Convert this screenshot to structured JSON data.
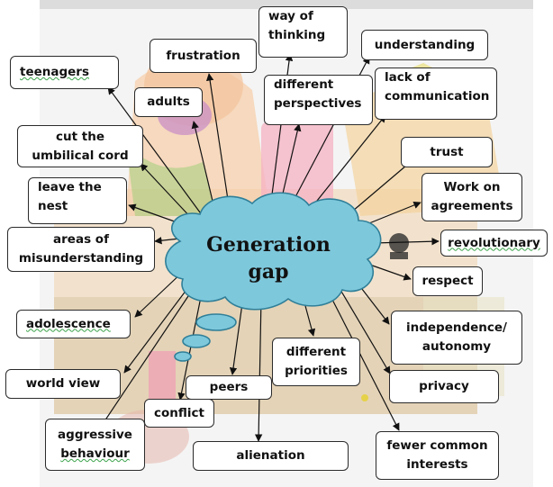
{
  "diagram": {
    "center": {
      "line1": "Generation",
      "line2": "gap"
    },
    "nodes": {
      "teenagers": "teenagers",
      "frustration": "frustration",
      "way_of_thinking_l1": "way of",
      "way_of_thinking_l2": "thinking",
      "understanding": "understanding",
      "adults": "adults",
      "different_perspectives_l1": "different",
      "different_perspectives_l2": "perspectives",
      "lack_of_communication_l1": "lack of",
      "lack_of_communication_l2": "communication",
      "cut_umbilical_l1": "cut the",
      "cut_umbilical_l2": "umbilical cord",
      "trust": "trust",
      "leave_nest_l1": "leave the",
      "leave_nest_l2": "nest",
      "work_on_agreements_l1": "Work on",
      "work_on_agreements_l2": "agreements",
      "areas_misunderstanding_l1": "areas of",
      "areas_misunderstanding_l2": "misunderstanding",
      "revolutionary": "revolutionary",
      "respect": "respect",
      "adolescence": "adolescence",
      "independence_l1": "independence/",
      "independence_l2": "autonomy",
      "different_priorities_l1": "different",
      "different_priorities_l2": "priorities",
      "world_view": "world view",
      "peers": "peers",
      "privacy": "privacy",
      "conflict": "conflict",
      "aggressive_behaviour_l1": "aggressive",
      "aggressive_behaviour_l2": "behaviour",
      "alienation": "alienation",
      "fewer_common_interests_l1": "fewer common",
      "fewer_common_interests_l2": "interests"
    }
  },
  "colors": {
    "cloud_fill": "#7ec8dc",
    "cloud_stroke": "#2f7f98",
    "box_border": "#2b2b2b",
    "arrow": "#111111",
    "spellcheck_underline": "#3aa34a"
  }
}
